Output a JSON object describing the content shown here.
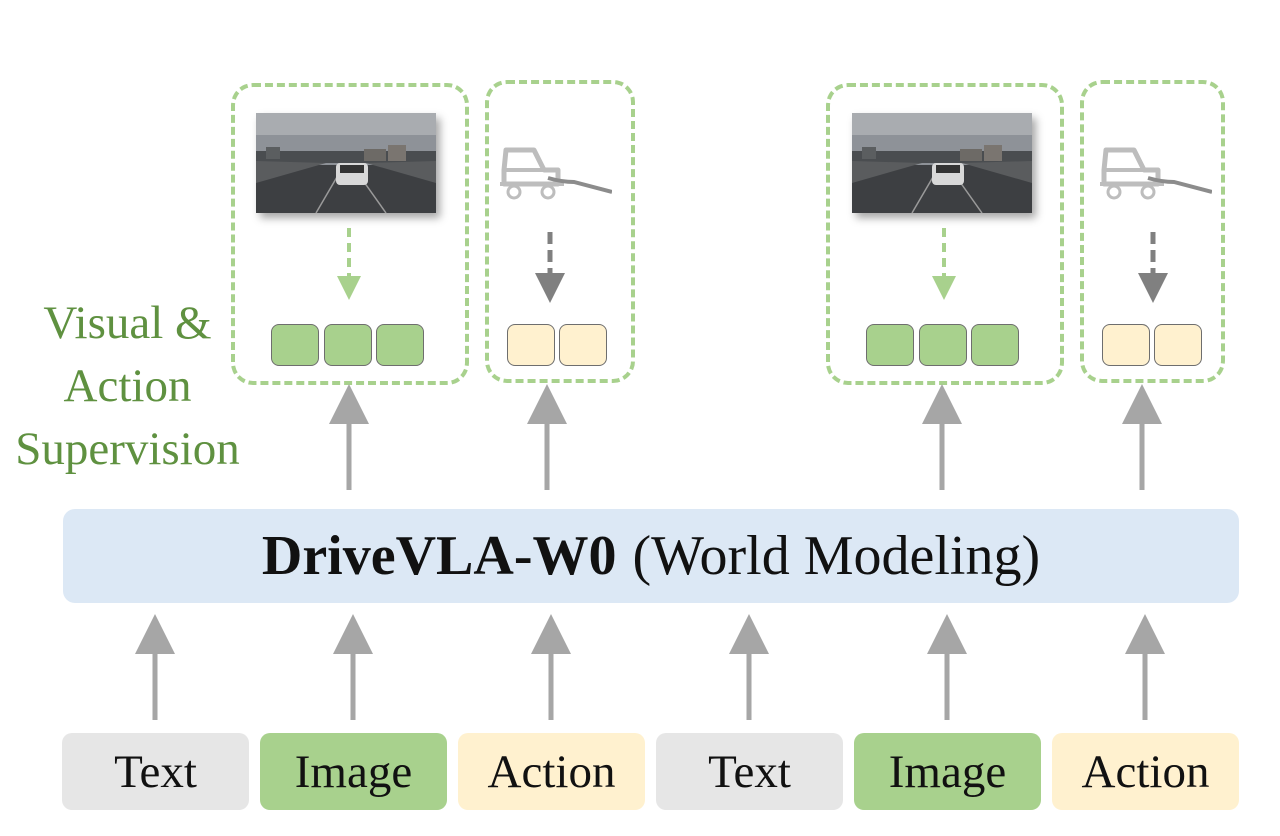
{
  "supervision_label": [
    "Visual &",
    "Action",
    "Supervision"
  ],
  "model": {
    "name": "DriveVLA-W0",
    "subtitle": "(World Modeling)"
  },
  "inputs": [
    "Text",
    "Image",
    "Action",
    "Text",
    "Image",
    "Action"
  ],
  "colors": {
    "image_token": "#a8d18d",
    "action_token": "#fff1cf",
    "text_token": "#e6e6e6",
    "model_bar": "#dce8f5",
    "supervision_border": "#a8d18d",
    "supervision_text": "#5f9140",
    "arrow": "#a6a6a6"
  },
  "icons": [
    "road-scene-photo-icon",
    "car-trajectory-icon"
  ]
}
